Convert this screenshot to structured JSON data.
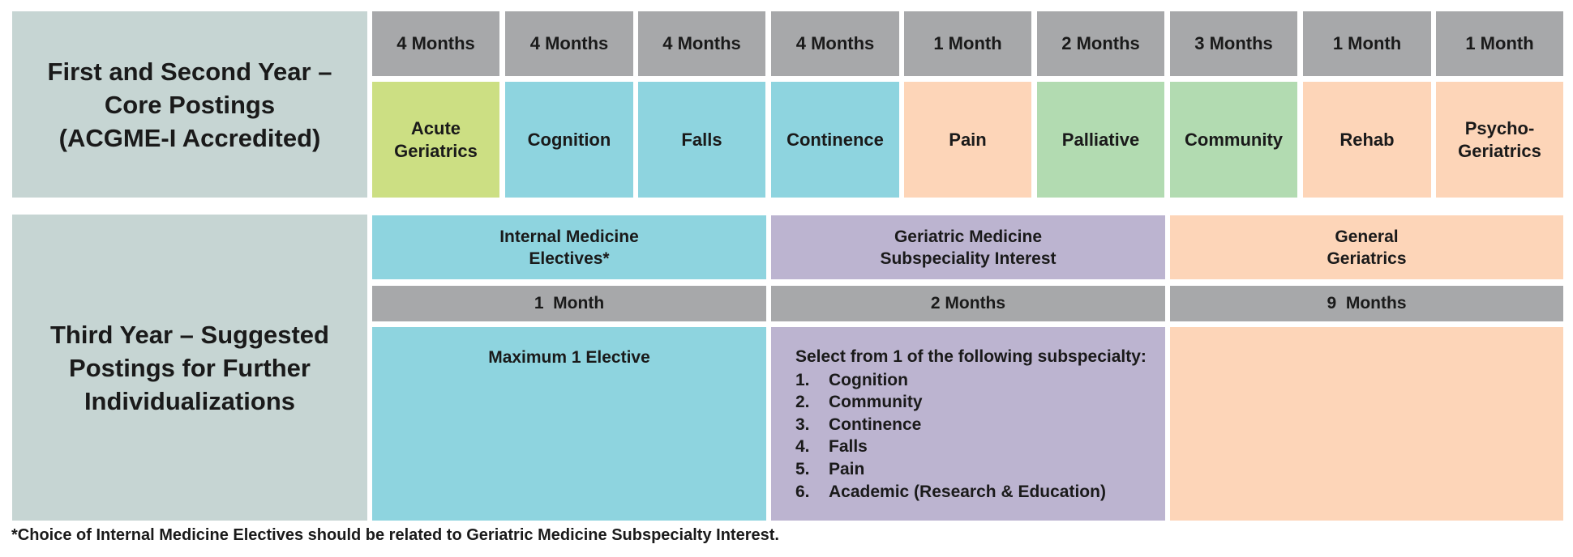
{
  "section1": {
    "heading": "First and Second Year –\nCore Postings\n(ACGME-I Accredited)",
    "postings": [
      {
        "duration": "4 Months",
        "name": "Acute\nGeriatrics",
        "color": "#ccdf83"
      },
      {
        "duration": "4 Months",
        "name": "Cognition",
        "color": "#8ed4df"
      },
      {
        "duration": "4 Months",
        "name": "Falls",
        "color": "#8ed4df"
      },
      {
        "duration": "4 Months",
        "name": "Continence",
        "color": "#8ed4df"
      },
      {
        "duration": "1 Month",
        "name": "Pain",
        "color": "#fdd5b8"
      },
      {
        "duration": "2 Months",
        "name": "Palliative",
        "color": "#b2dbb1"
      },
      {
        "duration": "3 Months",
        "name": "Community",
        "color": "#b2dbb1"
      },
      {
        "duration": "1 Month",
        "name": "Rehab",
        "color": "#fdd5b8"
      },
      {
        "duration": "1 Month",
        "name": "Psycho-\nGeriatrics",
        "color": "#fdd5b8"
      }
    ]
  },
  "section2": {
    "heading": "Third Year – Suggested\nPostings for Further\nIndividualizations",
    "columns": [
      {
        "title": "Internal Medicine\nElectives*",
        "duration": "1  Month",
        "detail": "Maximum 1 Elective",
        "color": "#8ed4df"
      },
      {
        "title": "Geriatric Medicine\nSubspeciality Interest",
        "duration": "2 Months",
        "detail": "Select from 1 of the following subspecialty:",
        "color": "#bcb4d0",
        "list": [
          {
            "num": "1.",
            "text": "Cognition"
          },
          {
            "num": "2.",
            "text": "Community"
          },
          {
            "num": "3.",
            "text": "Continence"
          },
          {
            "num": "4.",
            "text": "Falls"
          },
          {
            "num": "5.",
            "text": "Pain"
          },
          {
            "num": "6.",
            "text": "Academic (Research & Education)"
          }
        ]
      },
      {
        "title": "General\nGeriatrics",
        "duration": "9  Months",
        "detail": "",
        "color": "#fdd5b8"
      }
    ]
  },
  "footnote": "*Choice of Internal Medicine Electives should be related to Geriatric Medicine Subspecialty Interest."
}
